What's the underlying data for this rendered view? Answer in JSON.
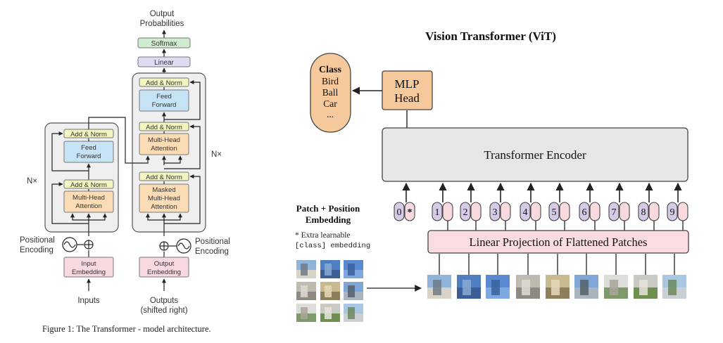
{
  "transformer": {
    "output_line1": "Output",
    "output_line2": "Probabilities",
    "softmax": "Softmax",
    "linear": "Linear",
    "add_norm": "Add & Norm",
    "feed_forward_line1": "Feed",
    "feed_forward_line2": "Forward",
    "mha_line1": "Multi-Head",
    "mha_line2": "Attention",
    "masked_line1": "Masked",
    "masked_line2": "Multi-Head",
    "masked_line3": "Attention",
    "nx": "N×",
    "pos_enc_line1": "Positional",
    "pos_enc_line2": "Encoding",
    "input_emb_line1": "Input",
    "input_emb_line2": "Embedding",
    "output_emb_line1": "Output",
    "output_emb_line2": "Embedding",
    "inputs": "Inputs",
    "outputs_line1": "Outputs",
    "outputs_line2": "(shifted right)",
    "caption": "Figure 1: The Transformer - model architecture."
  },
  "vit": {
    "title": "Vision Transformer (ViT)",
    "class_title": "Class",
    "classes": [
      "Bird",
      "Ball",
      "Car",
      "..."
    ],
    "mlp_line1": "MLP",
    "mlp_line2": "Head",
    "encoder": "Transformer Encoder",
    "patch_pos_line1": "Patch + Position",
    "patch_pos_line2": "Embedding",
    "extra_line1": "* Extra learnable",
    "extra_line2": "[class] embedding",
    "projection": "Linear Projection of Flattened Patches",
    "position_numbers": [
      "0",
      "1",
      "2",
      "3",
      "4",
      "5",
      "6",
      "7",
      "8",
      "9"
    ],
    "class_token": "*"
  },
  "colors": {
    "add_norm": "#f2f5c0",
    "feed_forward": "#c5e3f5",
    "attention": "#fcdcb4",
    "embedding": "#f9d9e0",
    "softmax": "#cfeccf",
    "linear": "#dcdcf2",
    "block_bg": "#efefef",
    "mlp": "#f5c99b",
    "encoder": "#e6e6e6",
    "projection": "#fbdde1",
    "pos_token": "#d5cbe6",
    "class_token": "#f7d9de"
  }
}
